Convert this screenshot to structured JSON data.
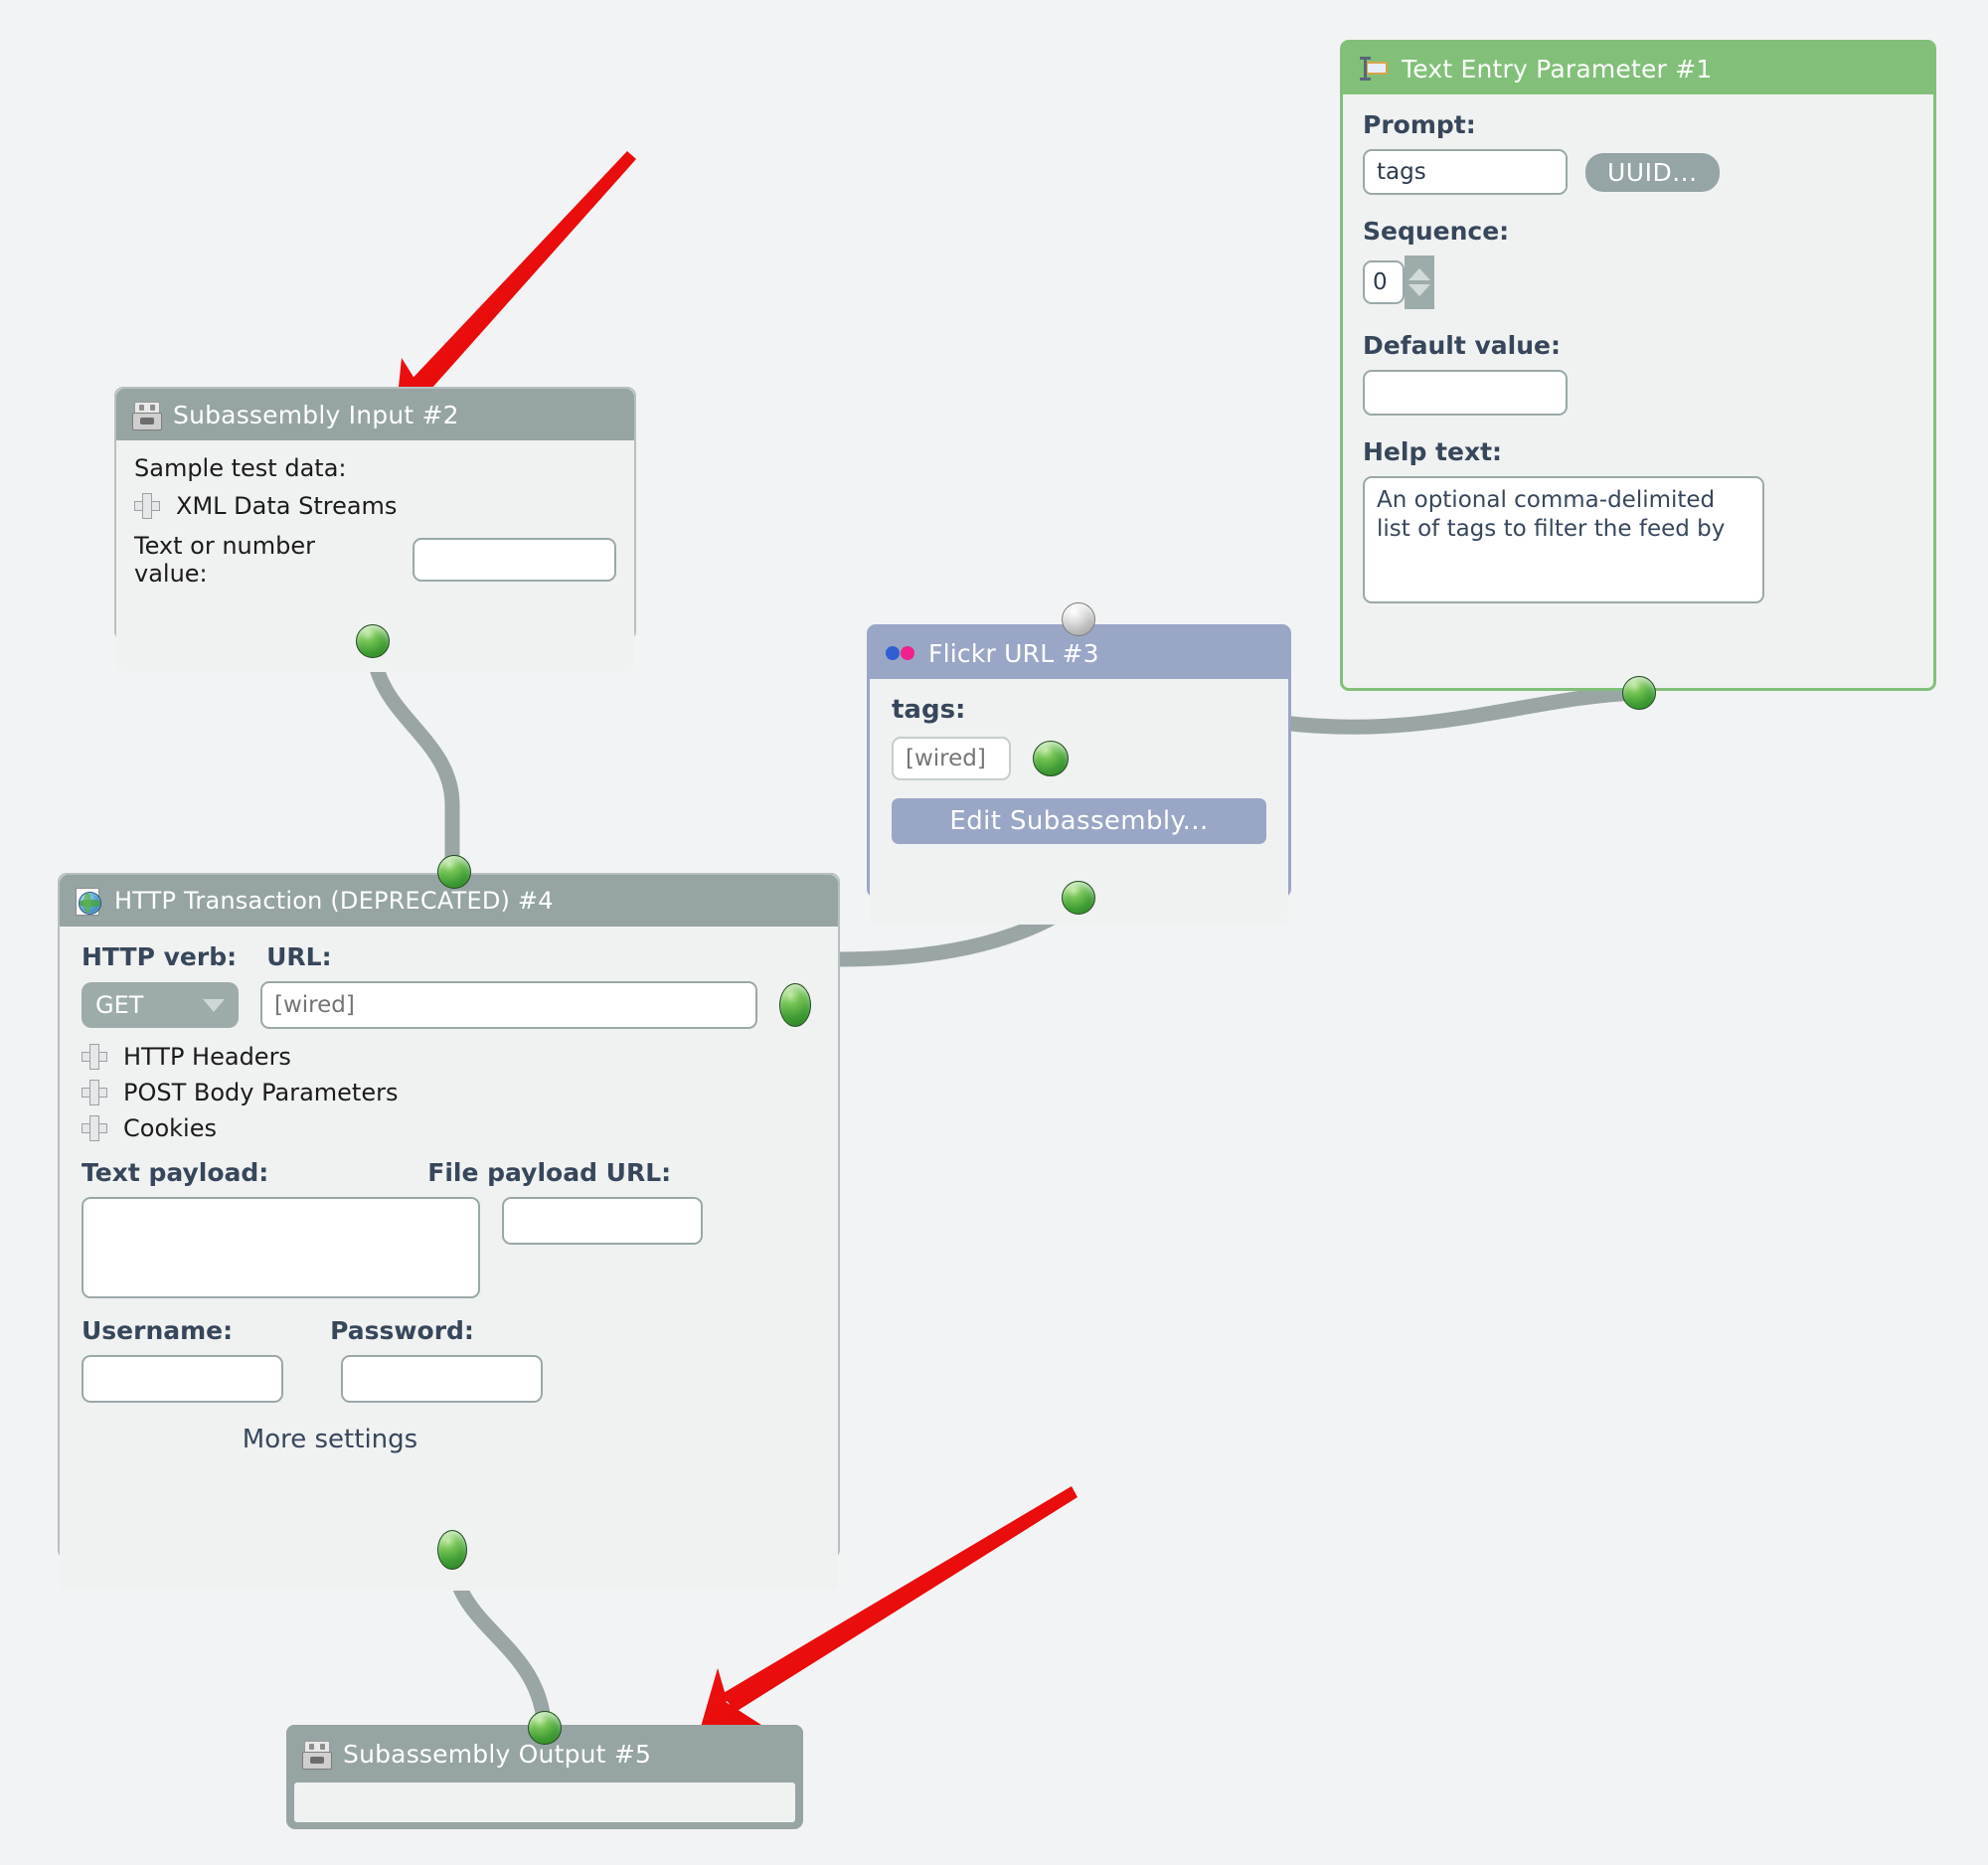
{
  "canvas": {
    "background": "#f2f3f4",
    "wire_color": "#9aa5a5",
    "arrow_color": "#e81313"
  },
  "nodes": {
    "text_entry_parameter": {
      "title": "Text Entry Parameter #1",
      "icon": "text-entry-icon",
      "header_color": "#82c07a",
      "fields": {
        "prompt_label": "Prompt:",
        "prompt_value": "tags",
        "uuid_button": "UUID...",
        "sequence_label": "Sequence:",
        "sequence_value": "0",
        "default_label": "Default value:",
        "default_value": "",
        "help_label": "Help text:",
        "help_value": "An optional comma-delimited list of tags to filter the feed by"
      }
    },
    "subassembly_input": {
      "title": "Subassembly Input #2",
      "icon": "subassembly-icon",
      "header_color": "#96a4a3",
      "fields": {
        "sample_label": "Sample test data:",
        "xml_streams_label": "XML Data Streams",
        "text_number_label": "Text or number value:",
        "text_number_value": ""
      }
    },
    "flickr_url": {
      "title": "Flickr URL #3",
      "icon": "flickr-icon",
      "header_color": "#9aa6c6",
      "fields": {
        "tags_label": "tags:",
        "tags_placeholder": "[wired]",
        "tags_value": "",
        "edit_subassembly_button": "Edit Subassembly..."
      }
    },
    "http_transaction": {
      "title": "HTTP Transaction (DEPRECATED) #4",
      "icon": "globe-icon",
      "header_color": "#96a4a3",
      "fields": {
        "verb_label": "HTTP verb:",
        "verb_value": "GET",
        "url_label": "URL:",
        "url_placeholder": "[wired]",
        "url_value": "",
        "http_headers_label": "HTTP Headers",
        "post_body_label": "POST Body Parameters",
        "cookies_label": "Cookies",
        "text_payload_label": "Text payload:",
        "text_payload_value": "",
        "file_payload_label": "File payload URL:",
        "file_payload_value": "",
        "username_label": "Username:",
        "username_value": "",
        "password_label": "Password:",
        "password_value": "",
        "more_settings_link": "More settings"
      }
    },
    "subassembly_output": {
      "title": "Subassembly Output #5",
      "icon": "subassembly-icon",
      "header_color": "#96a4a3"
    }
  },
  "annotations": {
    "arrow_1_target": "Subassembly Input #2",
    "arrow_2_target": "Subassembly Output #5"
  }
}
